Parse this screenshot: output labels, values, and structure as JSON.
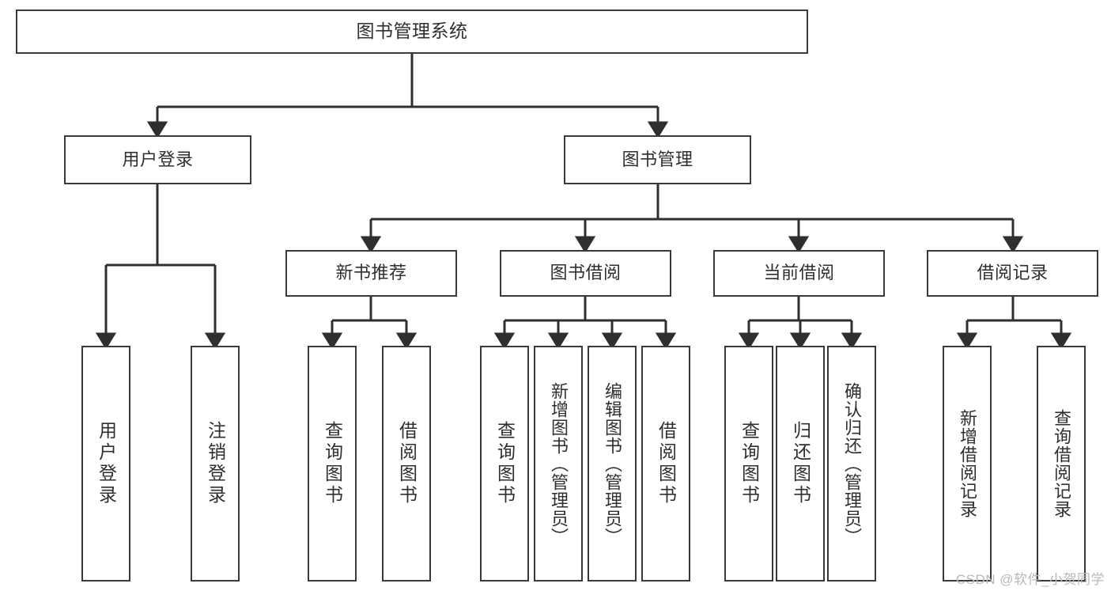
{
  "diagram": {
    "type": "tree-hierarchy",
    "title": "图书管理系统",
    "orientation": "top-down",
    "colors": {
      "box_border": "#3a3a3a",
      "box_fill": "#ffffff",
      "text": "#2f2f2f",
      "connector": "#2f2f2f",
      "watermark": "#b9b9b9",
      "background": "#ffffff"
    }
  },
  "root": {
    "label": "图书管理系统"
  },
  "level1": [
    {
      "label": "用户登录"
    },
    {
      "label": "图书管理"
    }
  ],
  "level2": [
    {
      "label": "新书推荐"
    },
    {
      "label": "图书借阅"
    },
    {
      "label": "当前借阅"
    },
    {
      "label": "借阅记录"
    }
  ],
  "leaves": {
    "user_login": [
      {
        "label": "用户登录"
      },
      {
        "label": "注销登录"
      }
    ],
    "new_book_recommend": [
      {
        "label": "查询图书"
      },
      {
        "label": "借阅图书"
      }
    ],
    "book_borrow": [
      {
        "label": "查询图书"
      },
      {
        "label": "新增图书（管理员）"
      },
      {
        "label": "编辑图书（管理员）"
      },
      {
        "label": "借阅图书"
      }
    ],
    "current_borrow": [
      {
        "label": "查询图书"
      },
      {
        "label": "归还图书"
      },
      {
        "label": "确认归还（管理员）"
      }
    ],
    "borrow_records": [
      {
        "label": "新增借阅记录"
      },
      {
        "label": "查询借阅记录"
      }
    ]
  },
  "watermark": {
    "text": "CSDN @软件_小贺同学"
  }
}
